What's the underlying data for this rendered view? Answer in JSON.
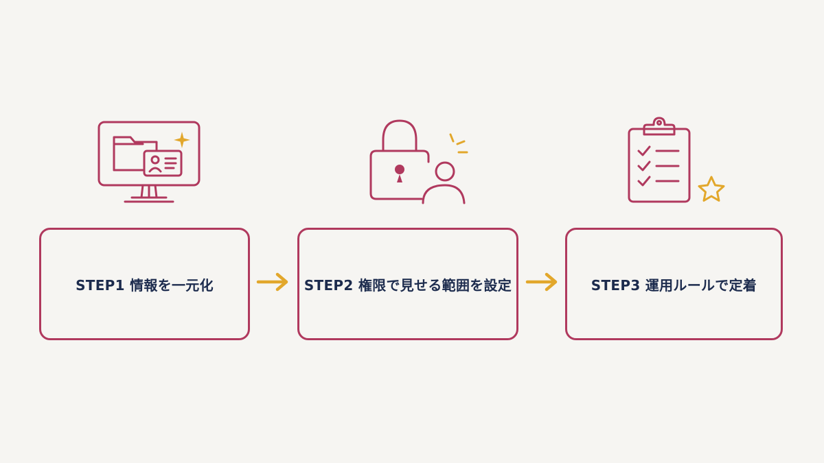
{
  "colors": {
    "background": "#f6f5f2",
    "outline": "#b0395e",
    "text": "#1c2b4d",
    "accent": "#e2a72b"
  },
  "steps": [
    {
      "label": "STEP1 情報を一元化",
      "icon": "monitor-folder-id-card-icon"
    },
    {
      "label": "STEP2 権限で見せる範囲を設定",
      "icon": "padlock-person-icon"
    },
    {
      "label": "STEP3 運用ルールで定着",
      "icon": "clipboard-checklist-star-icon"
    }
  ],
  "connectors": [
    {
      "from": 1,
      "to": 2,
      "icon": "arrow-right-icon"
    },
    {
      "from": 2,
      "to": 3,
      "icon": "arrow-right-icon"
    }
  ]
}
